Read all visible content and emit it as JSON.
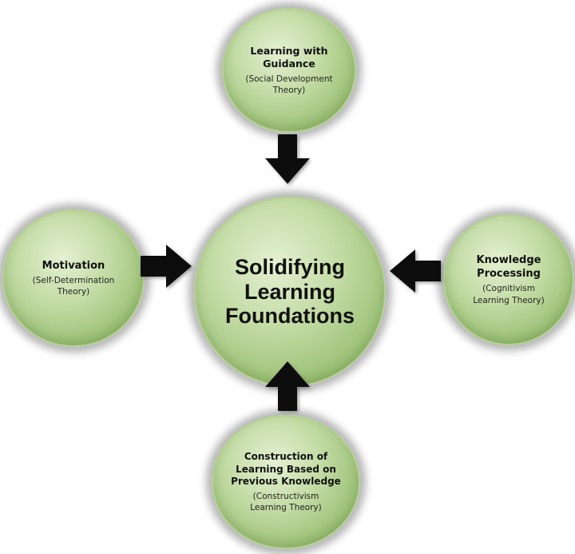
{
  "center": {
    "title": "Solidifying\nLearning\nFoundations"
  },
  "top": {
    "title": "Learning with\nGuidance",
    "subtitle": "(Social Development\nTheory)"
  },
  "left": {
    "title": "Motivation",
    "subtitle": "(Self-Determination\nTheory)"
  },
  "right": {
    "title": "Knowledge\nProcessing",
    "subtitle": "(Cognitivism\nLearning Theory)"
  },
  "bottom": {
    "title": "Construction of\nLearning Based on\nPrevious Knowledge",
    "subtitle": "(Constructivism\nLearning Theory)"
  },
  "colors": {
    "bubble_fill": "#b7d496",
    "arrow": "#0a0a0a"
  }
}
